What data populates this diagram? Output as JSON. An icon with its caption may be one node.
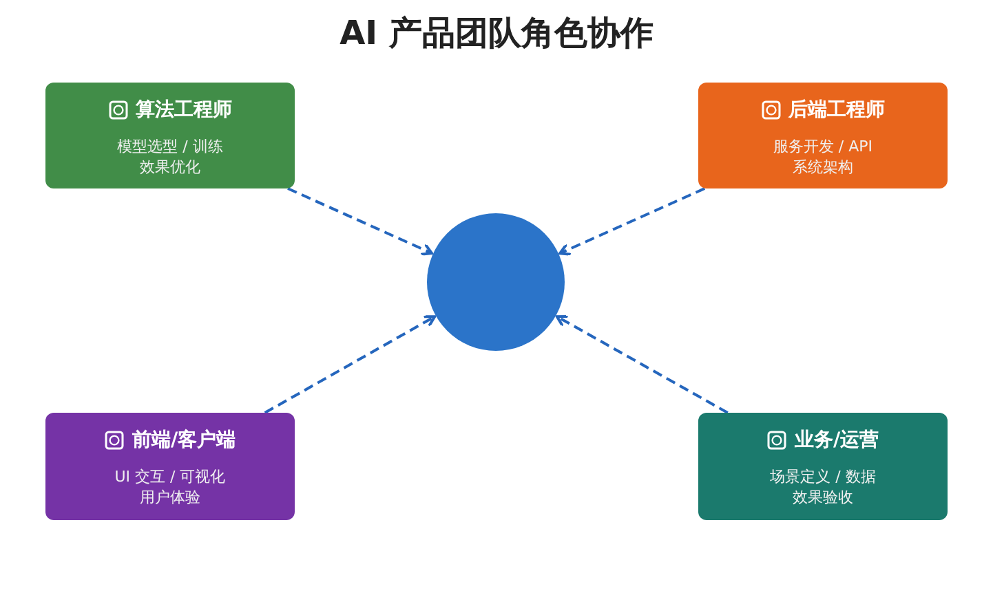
{
  "diagram": {
    "title": "AI 产品团队角色协作",
    "nodes": [
      {
        "text": [
          "算法工程师",
          "模型选型 / 训练",
          "效果优化"
        ]
      },
      {
        "text": [
          "后端工程师",
          "服务开发 / API",
          "系统架构"
        ]
      },
      {
        "text": [],
        "shape": "circle"
      },
      {
        "text": [
          "前端/客户端",
          "UI 交互 / 可视化",
          "用户体验"
        ]
      },
      {
        "text": [
          "业务/运营",
          "场景定义 / 数据",
          "效果验收"
        ]
      }
    ],
    "edges": [
      {
        "from": 0,
        "to": 2,
        "arrow": "to",
        "style": "dashed"
      },
      {
        "from": 1,
        "to": 2,
        "arrow": "to",
        "style": "dashed"
      },
      {
        "from": 3,
        "to": 2,
        "arrow": "to",
        "style": "dashed"
      },
      {
        "from": 4,
        "to": 2,
        "arrow": "to",
        "style": "dashed"
      }
    ]
  }
}
